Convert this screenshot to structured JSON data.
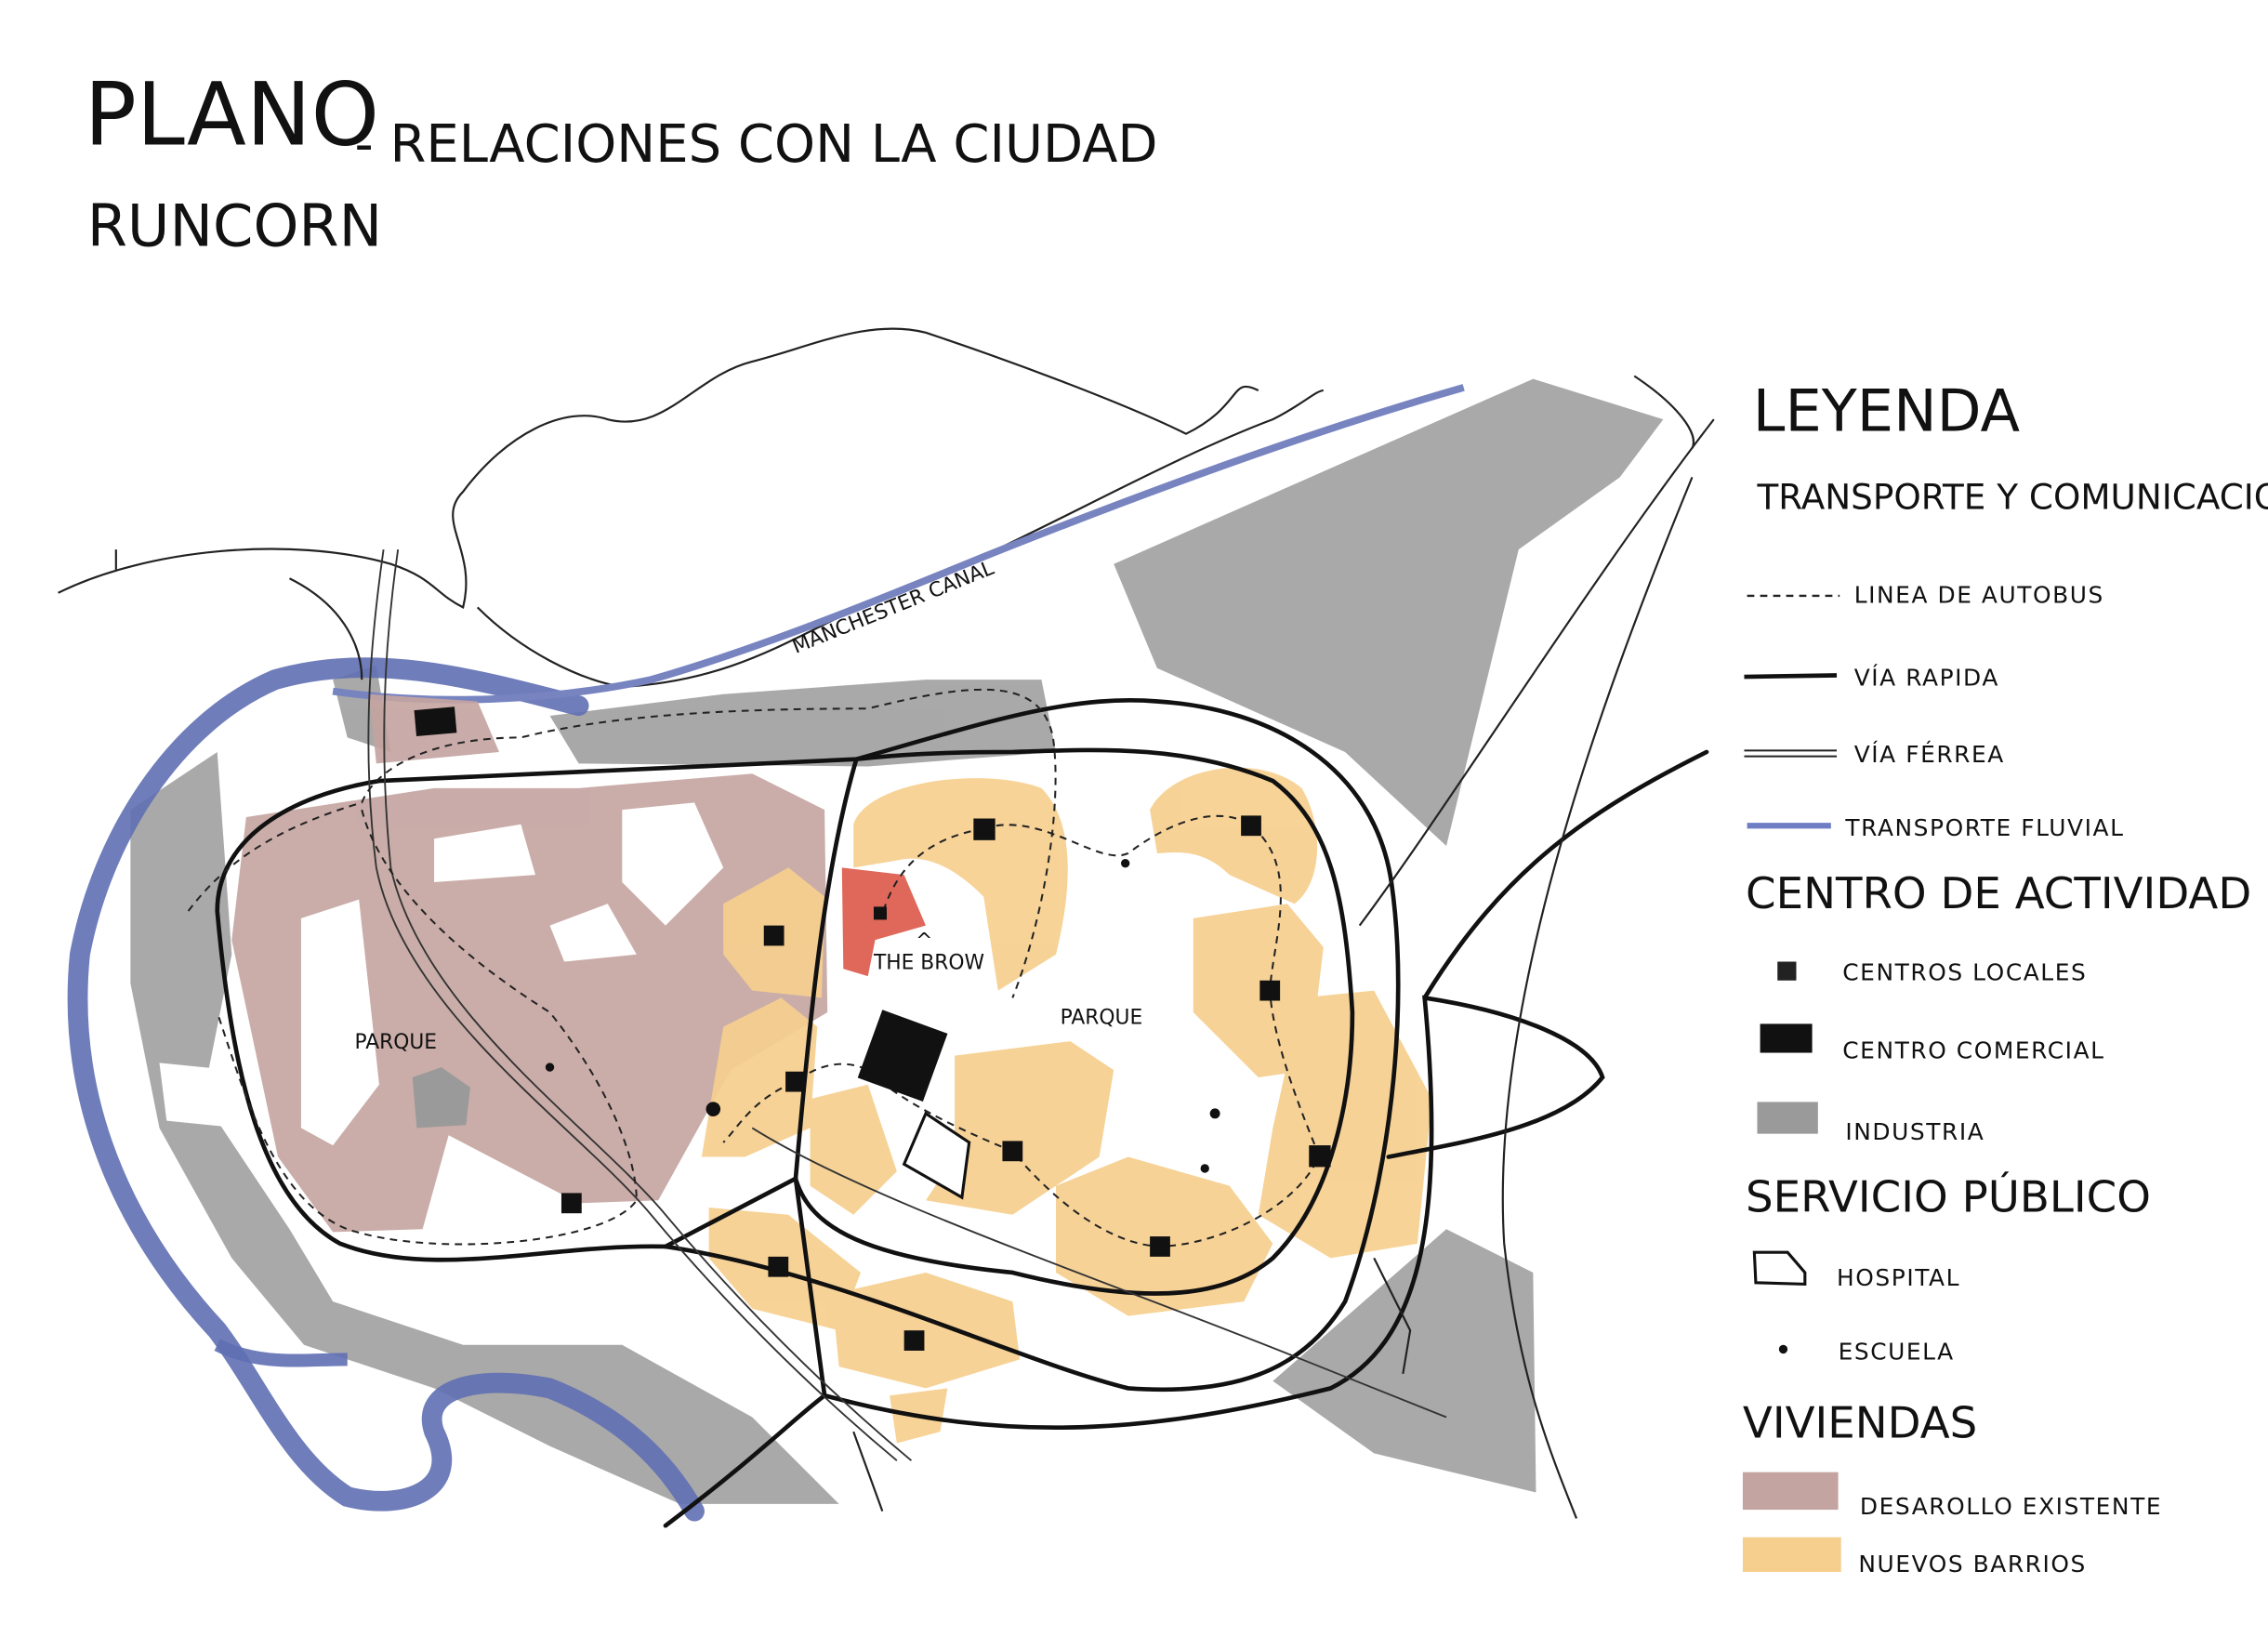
{
  "header": {
    "title": "PLANO",
    "subtitle": "- RELACIONES CON LA CIUDAD",
    "place": "RUNCORN"
  },
  "map": {
    "labels": {
      "canal": "MANCHESTER CANAL",
      "the_brow": "THE BROW",
      "the_brow_marker": "^",
      "park_west": "PARQUE",
      "park_east": "PARQUE"
    },
    "colors": {
      "river": "#5f6fb3",
      "industry": "#9a9a9a",
      "existing": "#c4a4a0",
      "new": "#f6cf8e",
      "the_brow": "#e0685a",
      "center": "#111111"
    }
  },
  "legend": {
    "title": "LEYENDA",
    "sections": [
      {
        "heading": "TRANSPORTE Y COMUNICACIONES",
        "items": [
          {
            "label": "LINEA DE AUTOBUS",
            "symbol": "dashed-line"
          },
          {
            "label": "VÍA RAPIDA",
            "symbol": "solid-line"
          },
          {
            "label": "VÍA FÉRREA",
            "symbol": "double-line"
          },
          {
            "label": "TRANSPORTE FLUVIAL",
            "symbol": "blue-line"
          }
        ]
      },
      {
        "heading": "CENTRO DE ACTIVIDAD",
        "items": [
          {
            "label": "CENTROS LOCALES",
            "symbol": "small-square"
          },
          {
            "label": "CENTRO COMERCIAL",
            "symbol": "black-rect"
          },
          {
            "label": "INDUSTRIA",
            "symbol": "gray-rect"
          }
        ]
      },
      {
        "heading": "SERVICIO PÚBLICO",
        "items": [
          {
            "label": "HOSPITAL",
            "symbol": "outline-shape"
          },
          {
            "label": "ESCUELA",
            "symbol": "dot"
          }
        ]
      },
      {
        "heading": "VIVIENDAS",
        "items": [
          {
            "label": "DESAROLLO EXISTENTE",
            "symbol": "pink-rect"
          },
          {
            "label": "NUEVOS BARRIOS",
            "symbol": "yellow-rect"
          }
        ]
      }
    ]
  }
}
